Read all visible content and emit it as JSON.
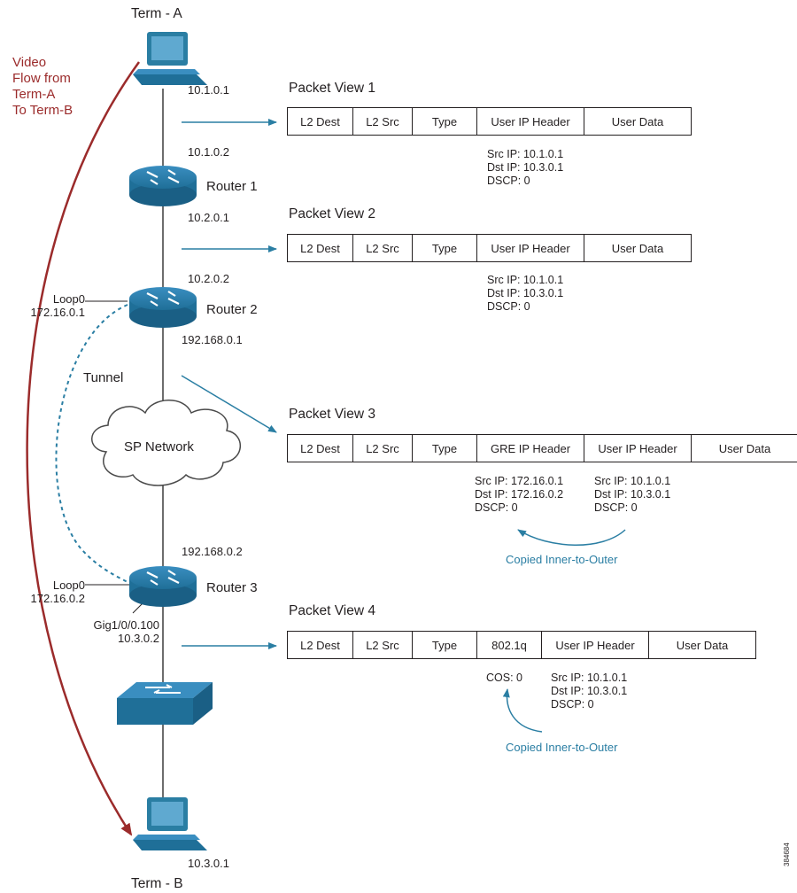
{
  "devices": {
    "term_a": "Term - A",
    "term_b": "Term - B",
    "router1": "Router 1",
    "router2": "Router 2",
    "router3": "Router 3"
  },
  "flow_label": [
    "Video",
    "Flow from",
    "Term-A",
    "To Term-B"
  ],
  "addresses": {
    "a1": "10.1.0.1",
    "a2": "10.1.0.2",
    "a3": "10.2.0.1",
    "a4": "10.2.0.2",
    "a5": "192.168.0.1",
    "a6": "192.168.0.2",
    "a7": "10.3.0.1"
  },
  "loop_r2": {
    "name": "Loop0",
    "ip": "172.16.0.1"
  },
  "loop_r3": {
    "name": "Loop0",
    "ip": "172.16.0.2"
  },
  "gig_r3": {
    "name": "Gig1/0/0.100",
    "ip": "10.3.0.2"
  },
  "tunnel_label": "Tunnel",
  "cloud_label": "SP Network",
  "packet_views": [
    {
      "title": "Packet View 1",
      "fields": [
        "L2 Dest",
        "L2 Src",
        "Type",
        "User IP Header",
        "User Data"
      ],
      "info": [
        "Src IP: 10.1.0.1",
        "Dst IP: 10.3.0.1",
        "DSCP: 0"
      ]
    },
    {
      "title": "Packet View 2",
      "fields": [
        "L2 Dest",
        "L2 Src",
        "Type",
        "User IP Header",
        "User Data"
      ],
      "info": [
        "Src IP: 10.1.0.1",
        "Dst IP: 10.3.0.1",
        "DSCP: 0"
      ]
    },
    {
      "title": "Packet View 3",
      "fields": [
        "L2 Dest",
        "L2 Src",
        "Type",
        "GRE IP Header",
        "User IP Header",
        "User Data"
      ],
      "info_outer": [
        "Src IP: 172.16.0.1",
        "Dst IP: 172.16.0.2",
        "DSCP: 0"
      ],
      "info_inner": [
        "Src IP: 10.1.0.1",
        "Dst IP: 10.3.0.1",
        "DSCP: 0"
      ],
      "copied": "Copied Inner-to-Outer"
    },
    {
      "title": "Packet View 4",
      "fields": [
        "L2 Dest",
        "L2 Src",
        "Type",
        "802.1q",
        "User IP Header",
        "User Data"
      ],
      "cos": "COS: 0",
      "info": [
        "Src IP: 10.1.0.1",
        "Dst IP: 10.3.0.1",
        "DSCP: 0"
      ],
      "copied": "Copied Inner-to-Outer"
    }
  ],
  "figure_id": "384684",
  "colors": {
    "flow": "#9b2b2b",
    "accent": "#2a7ea3",
    "device": "#1f6f98"
  }
}
